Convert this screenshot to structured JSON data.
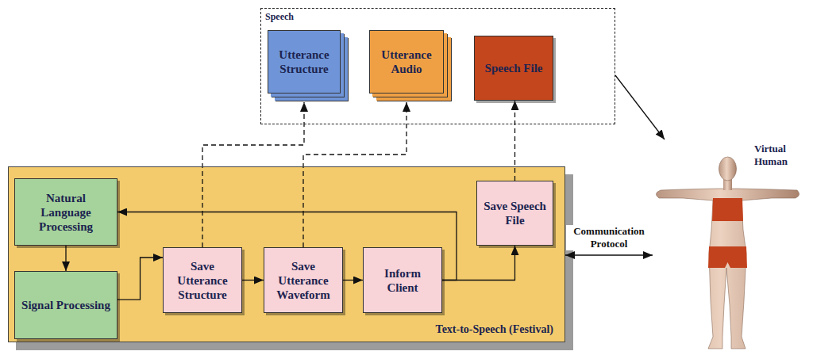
{
  "diagram": {
    "nodes": [
      {
        "text": [
          "Speech"
        ]
      },
      {
        "text": [
          "Utterance Structure"
        ],
        "in": 0
      },
      {
        "text": [
          "Utterance Audio"
        ],
        "in": 0
      },
      {
        "text": [
          "Speech File"
        ],
        "in": 0
      },
      {
        "text": [
          "Text-to-Speech (Festival)"
        ]
      },
      {
        "text": [
          "Natural Language Processing"
        ],
        "in": 4
      },
      {
        "text": [
          "Save Speech File"
        ],
        "in": 4
      },
      {
        "text": [
          "Signal Processing"
        ],
        "in": 4
      },
      {
        "text": [
          "Save Utterance Structure"
        ],
        "in": 4
      },
      {
        "text": [
          "Save Utterance Waveform"
        ],
        "in": 4
      },
      {
        "text": [
          "Inform Client"
        ],
        "in": 4
      },
      {
        "text": [
          "Virtual Human"
        ]
      }
    ],
    "edges": [
      {
        "from": 5,
        "to": 7,
        "arrow": "to"
      },
      {
        "from": 7,
        "to": 8,
        "arrow": "to"
      },
      {
        "from": 8,
        "to": 9,
        "arrow": "to"
      },
      {
        "from": 9,
        "to": 10,
        "arrow": "to"
      },
      {
        "from": 10,
        "to": 6,
        "arrow": "to"
      },
      {
        "from": 10,
        "to": 5,
        "arrow": "to"
      },
      {
        "from": 8,
        "to": 1,
        "arrow": "to"
      },
      {
        "from": 9,
        "to": 2,
        "arrow": "to"
      },
      {
        "from": 6,
        "to": 3,
        "arrow": "to"
      },
      {
        "from": 0,
        "to": 11,
        "arrow": "to"
      },
      {
        "from": 4,
        "to": 11,
        "arrow": "both",
        "label": "Communication Protocol"
      }
    ]
  }
}
